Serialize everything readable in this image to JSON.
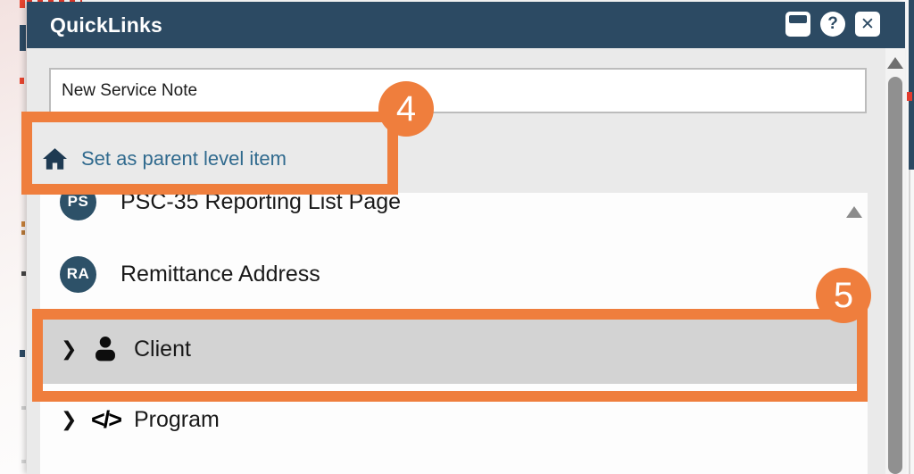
{
  "dialog": {
    "title": "QuickLinks"
  },
  "titlebar_icons": {
    "help_glyph": "?",
    "close_glyph": "✕"
  },
  "name_input": {
    "value": "New Service Note"
  },
  "parent_link": {
    "label": "Set as parent level item"
  },
  "list_items": [
    {
      "avatar": "PS",
      "label": "PSC-35 Reporting List Page"
    },
    {
      "avatar": "RA",
      "label": "Remittance Address"
    },
    {
      "label": "Client",
      "selected": true
    },
    {
      "label": "Program",
      "selected": false
    }
  ],
  "annotations": {
    "step4": "4",
    "step5": "5"
  },
  "glyphs": {
    "chevron": "❯",
    "code": "</>"
  },
  "colors": {
    "header_navy": "#2c4a63",
    "avatar_navy": "#2d5168",
    "link_blue": "#306a8e",
    "annotation_orange": "#ef7e3d",
    "selected_row_gray": "#d3d3d3"
  }
}
